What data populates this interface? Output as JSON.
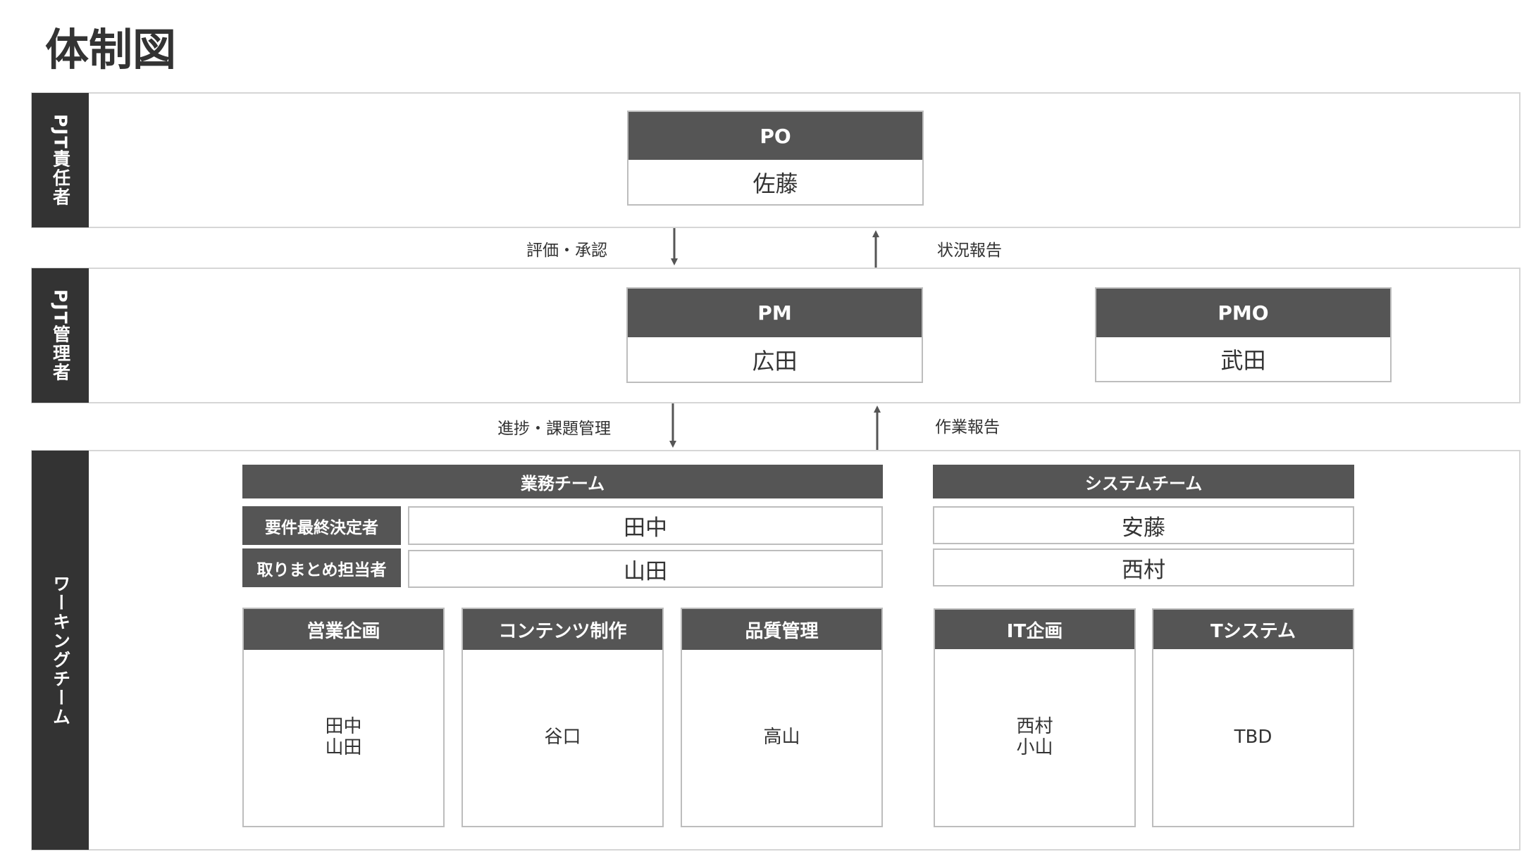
{
  "title": "体制図",
  "bands": {
    "responsible": "PJT責任者",
    "manager": "PJT管理者",
    "working": "ワーキングチーム"
  },
  "po": {
    "role": "PO",
    "name": "佐藤"
  },
  "pm": {
    "role": "PM",
    "name": "広田"
  },
  "pmo": {
    "role": "PMO",
    "name": "武田"
  },
  "flows": {
    "evaluate_approve": "評価・承認",
    "status_report": "状況報告",
    "progress_issue_mgmt": "進捗・課題管理",
    "work_report": "作業報告"
  },
  "business_team": {
    "title": "業務チーム",
    "rows": [
      {
        "label": "要件最終決定者",
        "value": "田中"
      },
      {
        "label": "取りまとめ担当者",
        "value": "山田"
      }
    ],
    "subteams": [
      {
        "title": "営業企画",
        "members": "田中\n山田"
      },
      {
        "title": "コンテンツ制作",
        "members": "谷口"
      },
      {
        "title": "品質管理",
        "members": "高山"
      }
    ]
  },
  "system_team": {
    "title": "システムチーム",
    "rows": [
      "安藤",
      "西村"
    ],
    "subteams": [
      {
        "title": "IT企画",
        "members": "西村\n小山"
      },
      {
        "title": "Tシステム",
        "members": "TBD"
      }
    ]
  },
  "colors": {
    "band_label": "#333333",
    "header": "#555555",
    "border": "#bdbdbd",
    "band_border": "#d6d6d6",
    "arrow": "#555555"
  }
}
